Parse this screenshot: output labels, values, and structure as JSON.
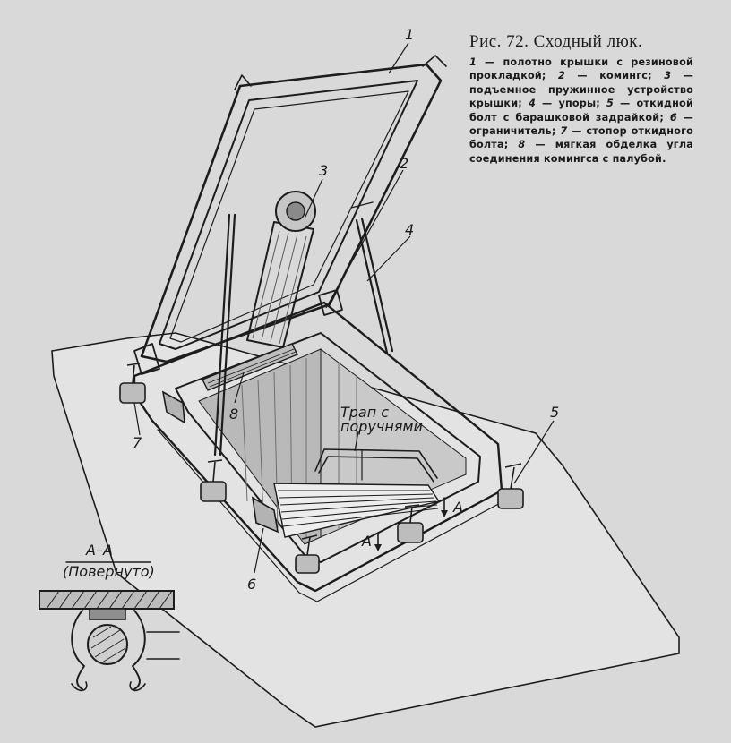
{
  "figure": {
    "title": "Рис. 72. Сходный люк.",
    "caption": [
      {
        "num": "1",
        "text": " — полотно крышки с резиновой прокладкой; "
      },
      {
        "num": "2",
        "text": " — комингс; "
      },
      {
        "num": "3",
        "text": " — подъемное пружинное устройство крышки; "
      },
      {
        "num": "4",
        "text": " — упоры; "
      },
      {
        "num": "5",
        "text": " — откидной болт с барашковой задрайкой; "
      },
      {
        "num": "6",
        "text": " — ограничитель; "
      },
      {
        "num": "7",
        "text": " — стопор откидного болта; "
      },
      {
        "num": "8",
        "text": " — мягкая обделка угла соединения комингса с палубой."
      }
    ]
  },
  "callouts": [
    "1",
    "2",
    "3",
    "4",
    "5",
    "6",
    "7",
    "8"
  ],
  "ladder_label": [
    "Трап с",
    "поручнями"
  ],
  "section_marks": [
    "А",
    "А"
  ],
  "section": {
    "title": "А–А",
    "subtitle": "(Повернуто)"
  },
  "colors": {
    "paper": "#d9d9d9",
    "ink": "#1d1d1d",
    "shade": "#a8a8a8",
    "deck": "#e4e4e4"
  }
}
